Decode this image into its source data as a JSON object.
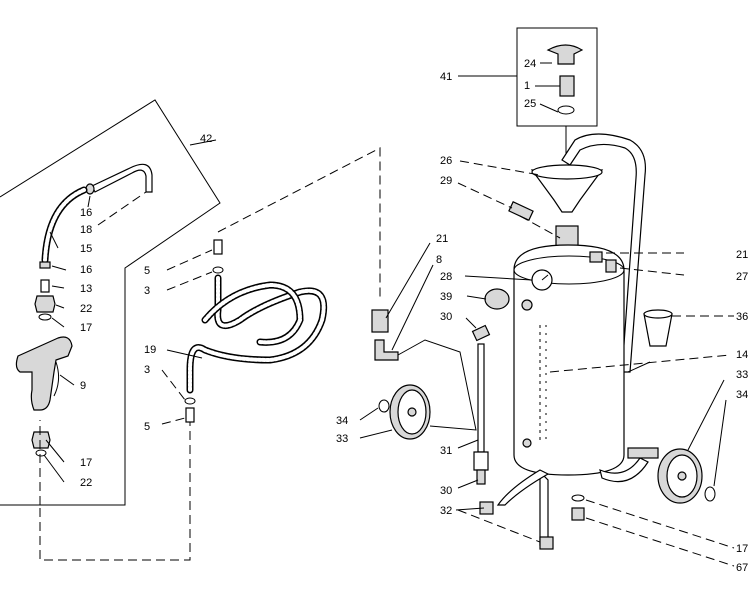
{
  "callouts": {
    "c41": "41",
    "c24": "24",
    "c1": "1",
    "c25": "25",
    "c26": "26",
    "c29": "29",
    "c21a": "21",
    "c21b": "21",
    "c8": "8",
    "c27": "27",
    "c28": "28",
    "c39": "39",
    "c30a": "30",
    "c36": "36",
    "c14": "14",
    "c33a": "33",
    "c34a": "34",
    "c34b": "34",
    "c33b": "33",
    "c31": "31",
    "c30b": "30",
    "c32": "32",
    "c17c": "17",
    "c67": "67",
    "c42": "42",
    "c16a": "16",
    "c18": "18",
    "c15": "15",
    "c16b": "16",
    "c13": "13",
    "c22a": "22",
    "c17a": "17",
    "c9": "9",
    "c17b": "17",
    "c22b": "22",
    "c5a": "5",
    "c3a": "3",
    "c19": "19",
    "c3b": "3",
    "c5b": "5"
  }
}
